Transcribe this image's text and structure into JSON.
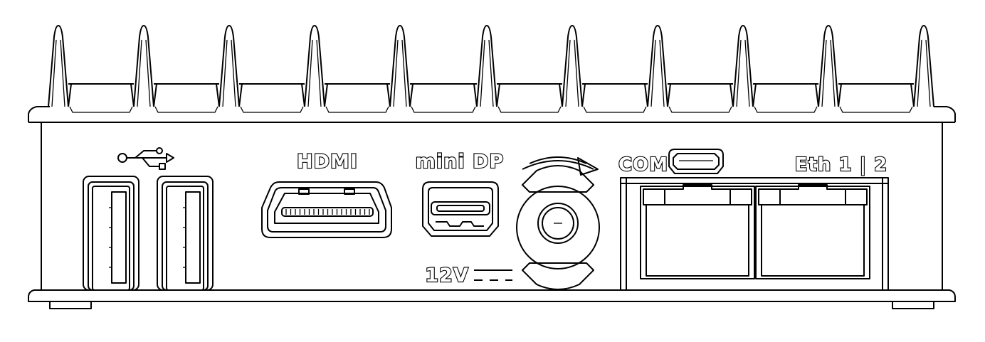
{
  "labels": {
    "hdmi": "HDMI",
    "mini_dp": "mini DP",
    "com": "COM",
    "eth": "Eth 1 | 2",
    "power": "12V"
  },
  "icons": {
    "usb": "usb-icon",
    "rotate_arrow": "rotate-arrow-icon",
    "dc_symbol": "dc-symbol-icon"
  },
  "colors": {
    "line": "#000000",
    "background": "#ffffff"
  }
}
